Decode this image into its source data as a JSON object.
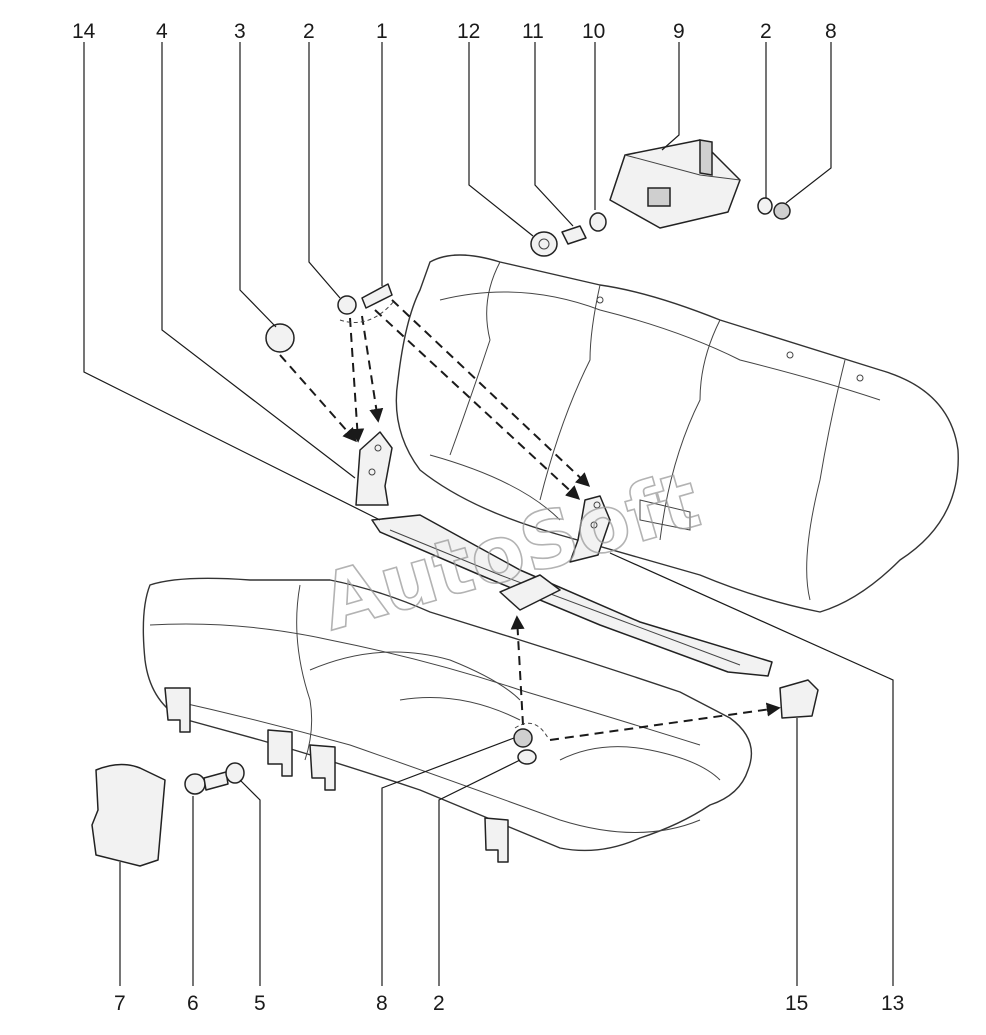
{
  "watermark": "AutoSoft",
  "callouts": [
    {
      "id": "c14",
      "label": "14"
    },
    {
      "id": "c4",
      "label": "4"
    },
    {
      "id": "c3",
      "label": "3"
    },
    {
      "id": "c2a",
      "label": "2"
    },
    {
      "id": "c1",
      "label": "1"
    },
    {
      "id": "c12",
      "label": "12"
    },
    {
      "id": "c11",
      "label": "11"
    },
    {
      "id": "c10",
      "label": "10"
    },
    {
      "id": "c9",
      "label": "9"
    },
    {
      "id": "c2b",
      "label": "2"
    },
    {
      "id": "c8a",
      "label": "8"
    },
    {
      "id": "c7",
      "label": "7"
    },
    {
      "id": "c6",
      "label": "6"
    },
    {
      "id": "c5",
      "label": "5"
    },
    {
      "id": "c8b",
      "label": "8"
    },
    {
      "id": "c2c",
      "label": "2"
    },
    {
      "id": "c15",
      "label": "15"
    },
    {
      "id": "c13",
      "label": "13"
    }
  ]
}
